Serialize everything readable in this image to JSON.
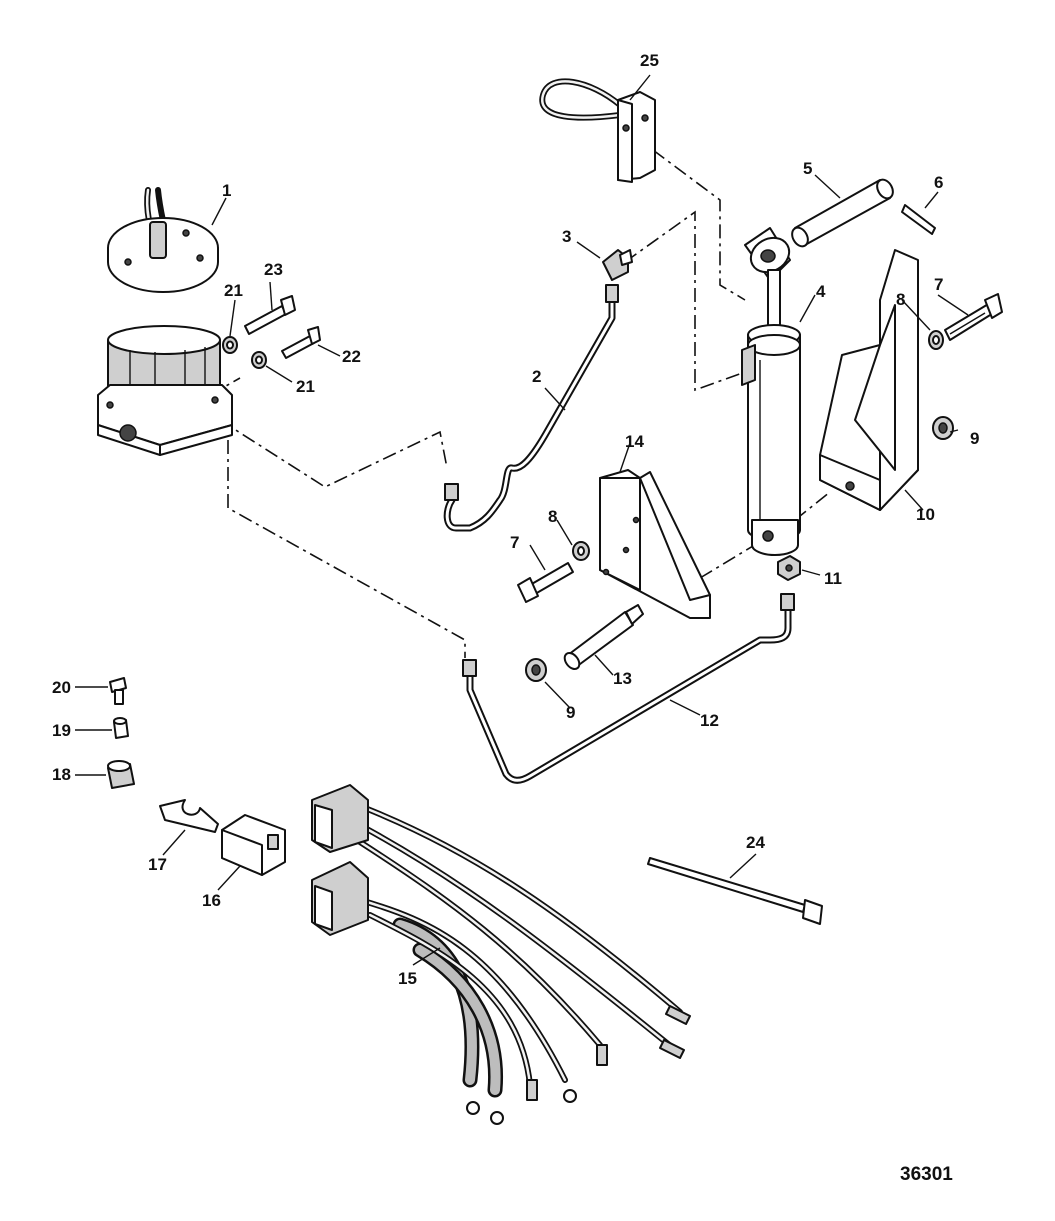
{
  "figure_id": "36301",
  "callouts": {
    "c1": "1",
    "c2": "2",
    "c3": "3",
    "c4": "4",
    "c5": "5",
    "c6": "6",
    "c7a": "7",
    "c7b": "7",
    "c8a": "8",
    "c8b": "8",
    "c9a": "9",
    "c9b": "9",
    "c10": "10",
    "c11": "11",
    "c12": "12",
    "c13": "13",
    "c14": "14",
    "c15": "15",
    "c16": "16",
    "c17": "17",
    "c18": "18",
    "c19": "19",
    "c20": "20",
    "c21a": "21",
    "c21b": "21",
    "c22": "22",
    "c23": "23",
    "c24": "24",
    "c25": "25"
  }
}
